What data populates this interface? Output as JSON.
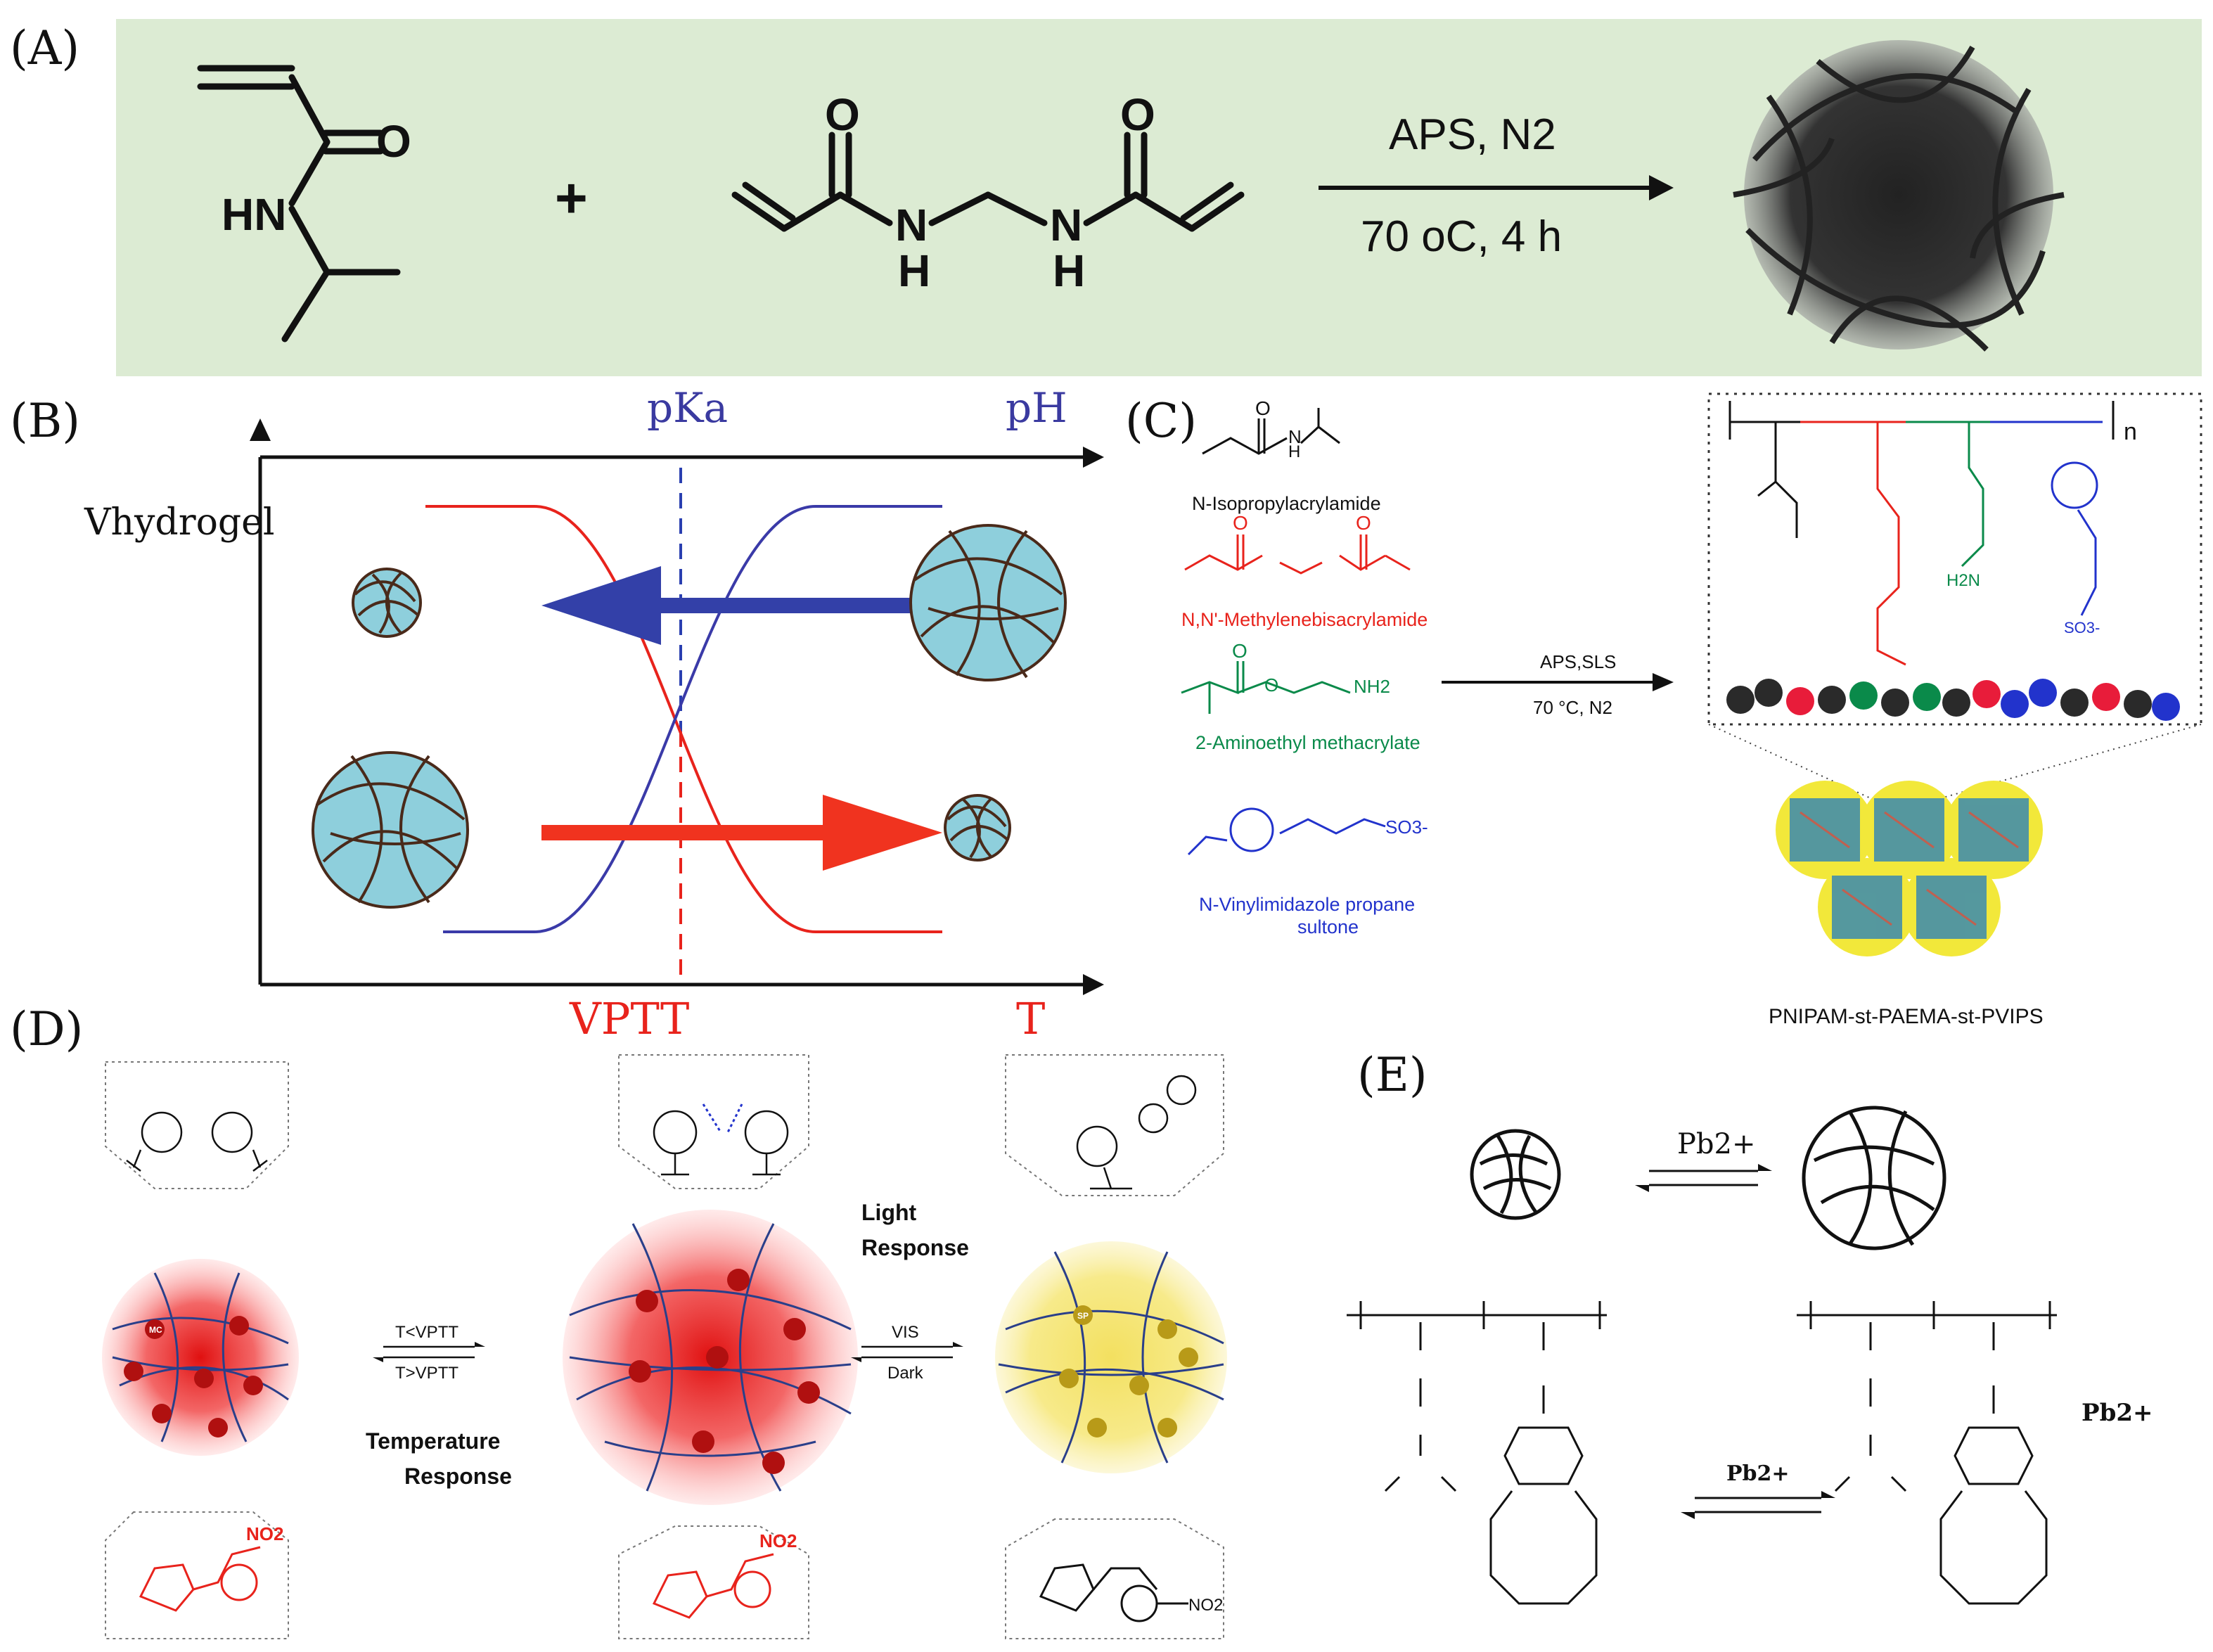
{
  "panels": {
    "A": {
      "letter": "(A)",
      "plus": "+",
      "condition_top": "APS, N2",
      "condition_bottom": "70 oC, 4 h",
      "atoms": {
        "O": "O",
        "HN": "HN",
        "N": "N",
        "H": "H"
      }
    },
    "B": {
      "letter": "(B)",
      "top_axis_left": "pKa",
      "top_axis_right": "pH",
      "y_label": "Vhydrogel",
      "bottom_left": "VPTT",
      "bottom_right": "T"
    },
    "C": {
      "letter": "(C)",
      "monomers": [
        "N-Isopropylacrylamide",
        "N,N'-Methylenebisacrylamide",
        "2-Aminoethyl methacrylate",
        "N-Vinylimidazole propane",
        "sultone"
      ],
      "condition_top": "APS,SLS",
      "condition_bottom": "70 °C, N2",
      "product": "PNIPAM-st-PAEMA-st-PVIPS",
      "nh2": "NH2",
      "so3": "SO3-",
      "h2n": "H2N",
      "n_label": "n"
    },
    "D": {
      "letter": "(D)",
      "eq1_top": "T<VPTT",
      "eq1_bottom": "T>VPTT",
      "temp_response_1": "Temperature",
      "temp_response_2": "Response",
      "light_response_1": "Light",
      "light_response_2": "Response",
      "eq2_top": "VIS",
      "eq2_bottom": "Dark",
      "mc": "MC",
      "sp": "SP",
      "no2": "NO2"
    },
    "E": {
      "letter": "(E)",
      "ion_top": "Pb2+",
      "ion_mid": "Pb2+",
      "ion_ring": "Pb2+"
    }
  },
  "colors": {
    "panelA_bg": "#dcebd3",
    "red": "#e8231c",
    "blue": "#2233aa",
    "green": "#0a8a4a",
    "hydrogel": "#8ecfdc",
    "brown": "#4a2a1a"
  }
}
